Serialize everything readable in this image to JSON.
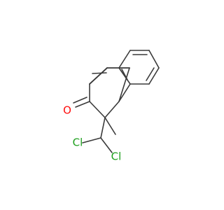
{
  "molecule": {
    "atoms": {
      "oxygen": {
        "label": "O",
        "color": "#ff0d0d"
      },
      "chlorine_left": {
        "label": "Cl",
        "color": "#1fa01f"
      },
      "chlorine_right": {
        "label": "Cl",
        "color": "#1fa01f"
      }
    },
    "bond_color": "#3a3a3a"
  }
}
